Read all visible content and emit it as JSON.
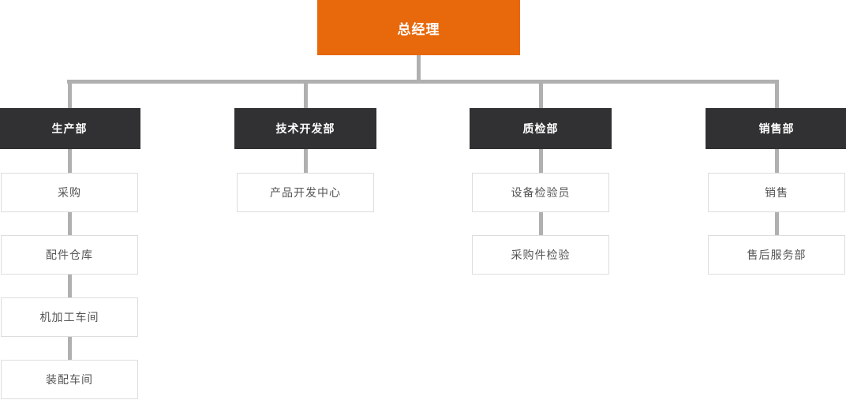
{
  "root": {
    "label": "总经理"
  },
  "columns": [
    {
      "dept": "生产部",
      "children": [
        "采购",
        "配件仓库",
        "机加工车间",
        "装配车间"
      ]
    },
    {
      "dept": "技术开发部",
      "children": [
        "产品开发中心"
      ]
    },
    {
      "dept": "质检部",
      "children": [
        "设备检验员",
        "采购件检验"
      ]
    },
    {
      "dept": "销售部",
      "children": [
        "销售",
        "售后服务部"
      ]
    }
  ],
  "colors": {
    "root_bg": "#e8680c",
    "dept_bg": "#313133",
    "connector": "#b0b0b0",
    "unit_border": "#dddddd",
    "unit_text": "#555555"
  }
}
